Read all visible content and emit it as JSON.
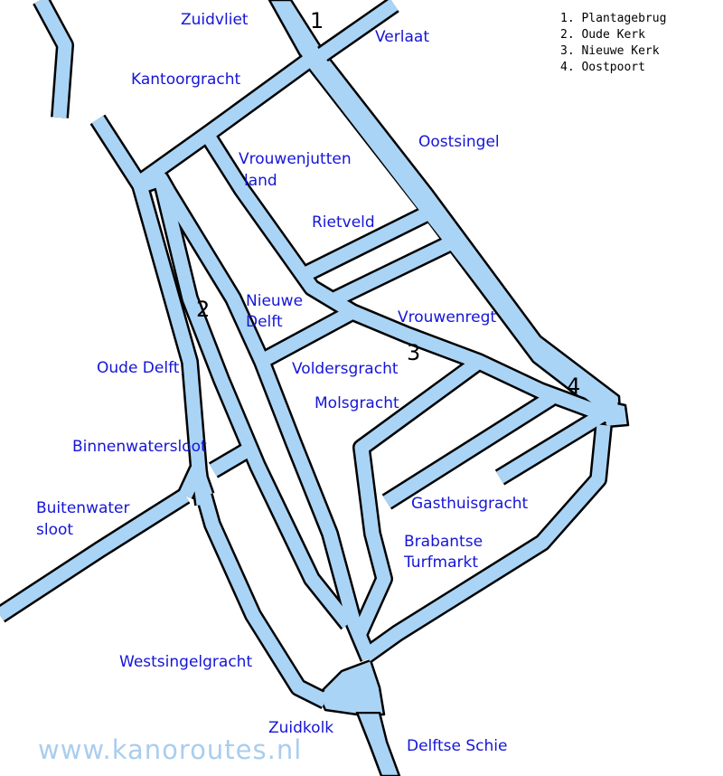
{
  "colors": {
    "water": "#aad4f5",
    "outline": "#000000",
    "label": "#1515d8",
    "watermark": "#aacdee"
  },
  "labels": {
    "zuidvliet": "Zuidvliet",
    "verlaat": "Verlaat",
    "kantoorgracht": "Kantoorgracht",
    "oostsingel": "Oostsingel",
    "vrouwenjuttenland_1": "Vrouwenjutten",
    "vrouwenjuttenland_2": "land",
    "rietveld": "Rietveld",
    "nieuwe_delft_1": "Nieuwe",
    "nieuwe_delft_2": "Delft",
    "vrouwenregt": "Vrouwenregt",
    "oude_delft": "Oude Delft",
    "voldersgracht": "Voldersgracht",
    "molsgracht": "Molsgracht",
    "binnenwatersloot": "Binnenwatersloot",
    "buitenwatersloot_1": "Buitenwater",
    "buitenwatersloot_2": "sloot",
    "gasthuisgracht": "Gasthuisgracht",
    "brabantse_turfmarkt_1": "Brabantse",
    "brabantse_turfmarkt_2": "Turfmarkt",
    "westsingelgracht": "Westsingelgracht",
    "zuidkolk": "Zuidkolk",
    "delftse_schie": "Delftse Schie"
  },
  "markers": [
    "1",
    "2",
    "3",
    "4"
  ],
  "legend": [
    "1. Plantagebrug",
    "2. Oude Kerk",
    "3. Nieuwe Kerk",
    "4. Oostpoort"
  ],
  "watermark": "www.kanoroutes.nl"
}
